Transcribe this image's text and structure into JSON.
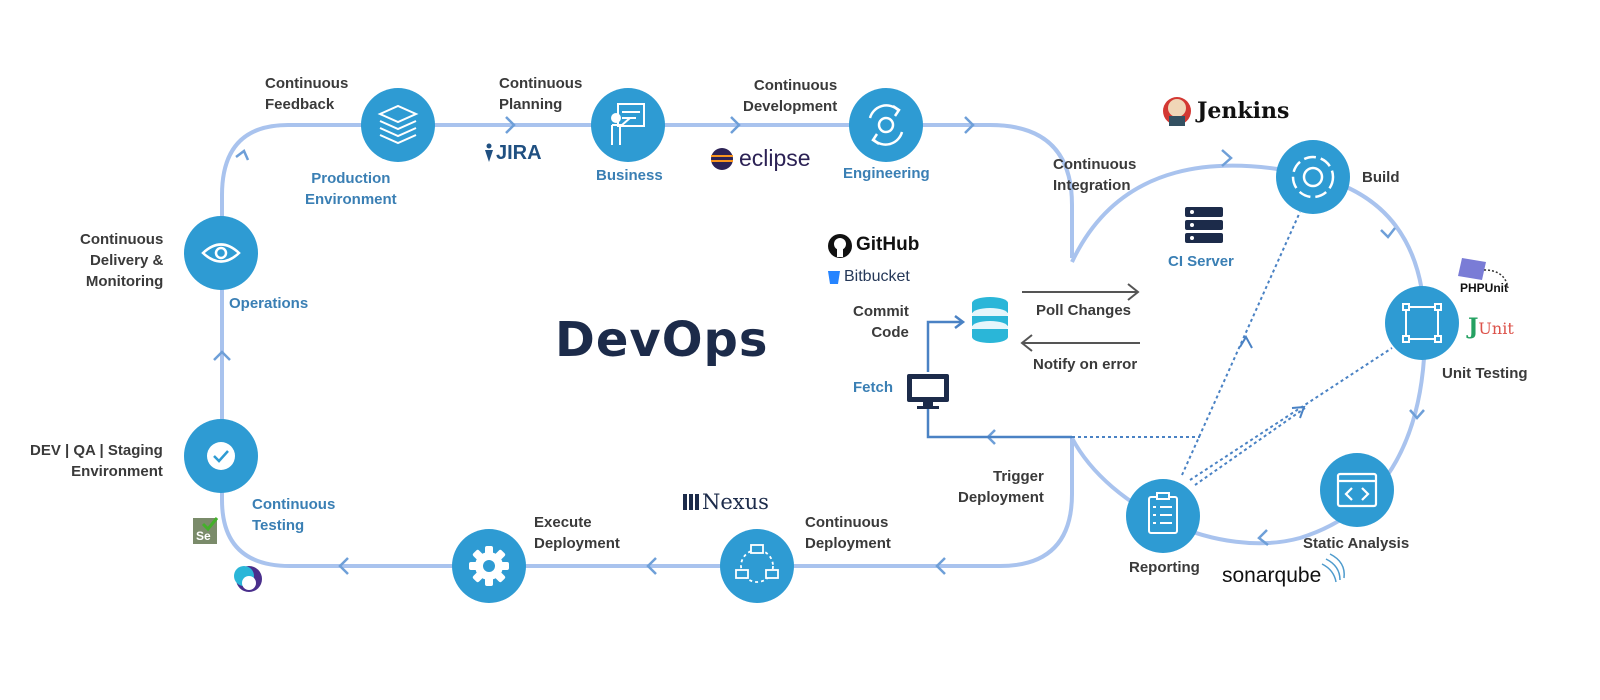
{
  "title": "DevOps",
  "colors": {
    "line": "#a9c3ee",
    "node": "#2e9bd3",
    "text": "#3a3a3a",
    "accent_text": "#3a7fb4",
    "title": "#1c2b4a"
  },
  "stages": {
    "continuous_feedback": "Continuous\nFeedback",
    "production_environment": "Production\nEnvironment",
    "continuous_planning": "Continuous\nPlanning",
    "business": "Business",
    "continuous_development": "Continuous\nDevelopment",
    "engineering": "Engineering",
    "continuous_integration": "Continuous\nIntegration",
    "continuous_delivery_monitoring": "Continuous\nDelivery &\nMonitoring",
    "operations": "Operations",
    "dev_qa_staging": "DEV | QA | Staging\nEnvironment",
    "continuous_testing": "Continuous\nTesting",
    "execute_deployment": "Execute\nDeployment",
    "continuous_deployment": "Continuous\nDeployment",
    "trigger_deployment": "Trigger\nDeployment"
  },
  "ci": {
    "ci_server": "CI Server",
    "build": "Build",
    "unit_testing": "Unit Testing",
    "static_analysis": "Static Analysis",
    "reporting": "Reporting",
    "commit_code": "Commit\nCode",
    "fetch": "Fetch",
    "poll_changes": "Poll Changes",
    "notify_on_error": "Notify on error"
  },
  "tools": {
    "jira": "JIRA",
    "eclipse": "eclipse",
    "jenkins": "Jenkins",
    "github": "GitHub",
    "bitbucket": "Bitbucket",
    "phpunit": "PHPUnit",
    "junit_j": "J",
    "junit_unit": "Unit",
    "sonarqube": "sonarqube",
    "nexus": "Nexus",
    "selenium": "Se"
  }
}
